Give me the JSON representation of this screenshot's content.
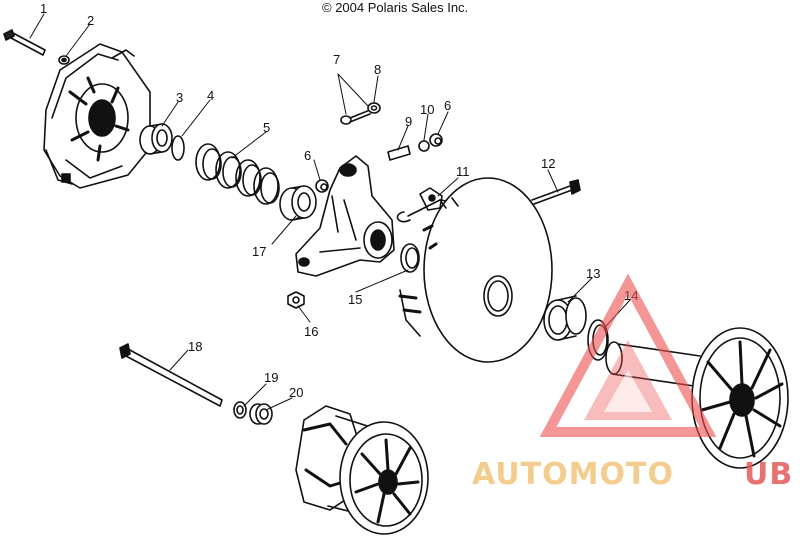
{
  "copyright": "© 2004 Polaris Sales Inc.",
  "callouts": [
    "1",
    "2",
    "3",
    "4",
    "5",
    "7",
    "8",
    "9",
    "10",
    "6",
    "6",
    "11",
    "12",
    "17",
    "15",
    "16",
    "13",
    "14",
    "18",
    "19",
    "20"
  ],
  "watermark": {
    "text_left": "AUTOMOTO",
    "text_right": "UB",
    "color_left": "#f2c57a",
    "color_right": "#e35a5a",
    "logo_color": "#f05050"
  }
}
